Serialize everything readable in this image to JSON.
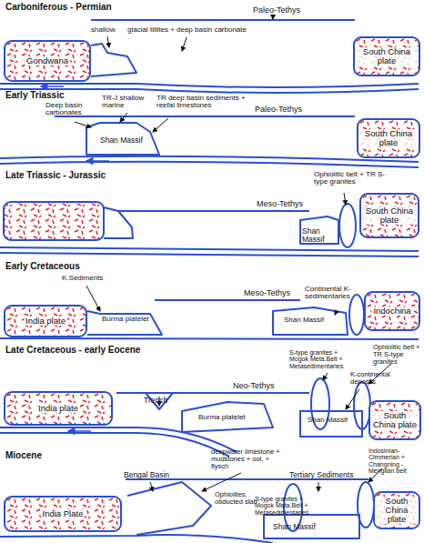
{
  "diagram": {
    "nodes": [
      {
        "text": [
          "Gondwana"
        ]
      },
      {
        "text": [
          "South China plate"
        ]
      },
      {
        "text": [
          "South China plate"
        ]
      },
      {
        "text": [
          "South China plate"
        ]
      },
      {
        "text": [
          "India plate"
        ]
      },
      {
        "text": [
          "Indochina"
        ]
      },
      {
        "text": [
          "India plate"
        ]
      },
      {
        "text": [
          "South China plate"
        ]
      },
      {
        "text": [
          "India Plate"
        ]
      },
      {
        "text": [
          "South China plate"
        ]
      }
    ],
    "labels": [
      "Carboniferous - Permian",
      "shallow",
      "glacial tillites + deep basin carbonate",
      "Paleo-Tethys",
      "Early Triassic",
      "Deep basin carbonates",
      "TR-J shallow marine",
      "TR deep basin sediments + reefal limestones",
      "Paleo-Tethys",
      "Shan Massif",
      "Late Triassic - Jurassic",
      "Ophiolitic belt + TR S-type granites",
      "Meso-Tethys",
      "Shan Massif",
      "Early Cretaceous",
      "K.Sediments",
      "Meso-Tethys",
      "Continental K-sedimentaries",
      "Burma platelet",
      "Shan Massif",
      "Late Cretaceous - early Eocene",
      "S-type granites + Mogok Meta.Belt + Metasedimentaries",
      "K-continental deposits",
      "Ophiolitic belt + TR S-type granites",
      "Trench",
      "Neo-Tethys",
      "Burma platelet",
      "Shan Massif",
      "Miocene",
      "Bengal Basin",
      "deepwater limestone + mudstones + ool. + flysch",
      "Tertiary Sediments",
      "Indosinian-Cimmerian + Changning - Menglian belt",
      "Ophiolites, obducted slab",
      "S-type granites + Mogok Meta.Belt + Metasedimentaries",
      "Shan Massif"
    ]
  }
}
